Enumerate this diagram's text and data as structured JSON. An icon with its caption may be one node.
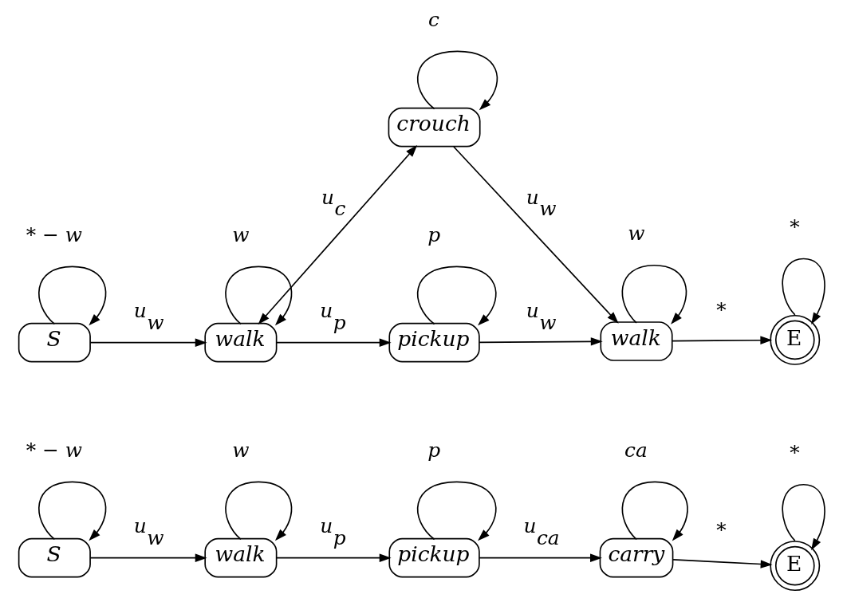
{
  "diagram": {
    "nodes": [
      {
        "text": [
          "S"
        ]
      },
      {
        "text": [
          "walk"
        ]
      },
      {
        "text": [
          "crouch"
        ]
      },
      {
        "text": [
          "pickup"
        ]
      },
      {
        "text": [
          "walk"
        ]
      },
      {
        "text": [
          "E"
        ]
      },
      {
        "text": [
          "S"
        ]
      },
      {
        "text": [
          "walk"
        ]
      },
      {
        "text": [
          "pickup"
        ]
      },
      {
        "text": [
          "carry"
        ]
      },
      {
        "text": [
          "E"
        ]
      }
    ],
    "edges": [
      {
        "from": 0,
        "to": 0,
        "arrow": "to",
        "label": "* − w"
      },
      {
        "from": 0,
        "to": 1,
        "arrow": "to",
        "label": "u$_{w}$"
      },
      {
        "from": 1,
        "to": 1,
        "arrow": "to",
        "label": "w"
      },
      {
        "from": 1,
        "to": 2,
        "arrow": "both",
        "label": "u$_{c}$"
      },
      {
        "from": 2,
        "to": 2,
        "arrow": "to",
        "label": "c"
      },
      {
        "from": 1,
        "to": 3,
        "arrow": "to",
        "label": "u$_{p}$"
      },
      {
        "from": 3,
        "to": 3,
        "arrow": "to",
        "label": "p"
      },
      {
        "from": 2,
        "to": 4,
        "arrow": "to",
        "label": "u$_{w}$"
      },
      {
        "from": 3,
        "to": 4,
        "arrow": "to",
        "label": "u$_{w}$"
      },
      {
        "from": 4,
        "to": 4,
        "arrow": "to",
        "label": "w"
      },
      {
        "from": 4,
        "to": 5,
        "arrow": "to",
        "label": "*"
      },
      {
        "from": 5,
        "to": 5,
        "arrow": "to",
        "label": "*"
      },
      {
        "from": 6,
        "to": 6,
        "arrow": "to",
        "label": "* − w"
      },
      {
        "from": 6,
        "to": 7,
        "arrow": "to",
        "label": "u$_{w}$"
      },
      {
        "from": 7,
        "to": 7,
        "arrow": "to",
        "label": "w"
      },
      {
        "from": 7,
        "to": 8,
        "arrow": "to",
        "label": "u$_{p}$"
      },
      {
        "from": 8,
        "to": 8,
        "arrow": "to",
        "label": "p"
      },
      {
        "from": 8,
        "to": 9,
        "arrow": "to",
        "label": "u$_{ca}$"
      },
      {
        "from": 9,
        "to": 9,
        "arrow": "to",
        "label": "ca"
      },
      {
        "from": 9,
        "to": 10,
        "arrow": "to",
        "label": "*"
      },
      {
        "from": 10,
        "to": 10,
        "arrow": "to",
        "label": "*"
      }
    ]
  }
}
